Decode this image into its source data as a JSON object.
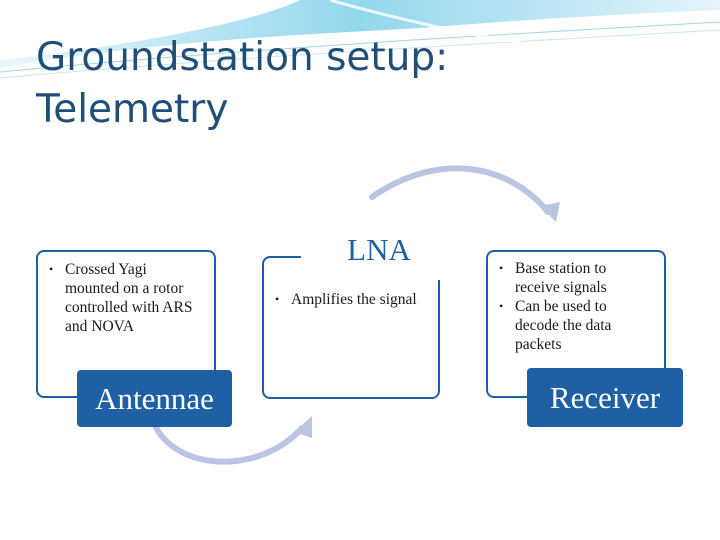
{
  "slide": {
    "title_lines": [
      "Groundstation setup:",
      "Telemetry"
    ]
  },
  "blocks": {
    "antennae": {
      "label": "Antennae",
      "bullets": [
        "Crossed Yagi mounted on a rotor controlled with ARS and NOVA"
      ]
    },
    "lna": {
      "label": "LNA",
      "bullets": [
        "Amplifies the signal"
      ]
    },
    "receiver": {
      "label": "Receiver",
      "bullets": [
        "Base station to receive  signals",
        "Can be used to decode the data packets"
      ]
    }
  },
  "colors": {
    "title": "#1f4e79",
    "accent": "#1f5fa3",
    "arrow": "#b9c5e3",
    "wave": "#5bc0de"
  }
}
